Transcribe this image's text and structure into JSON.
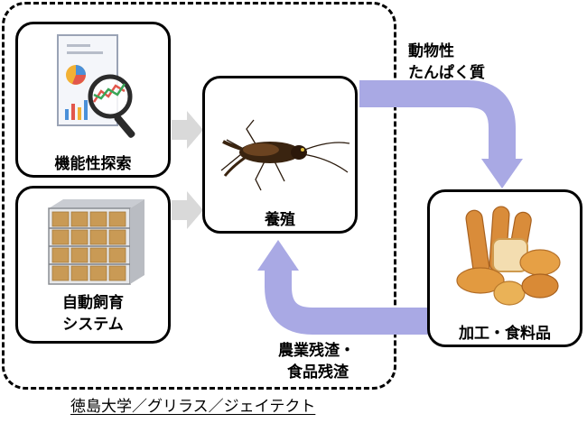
{
  "boxes": {
    "exploration": {
      "label": "機能性探索"
    },
    "automation": {
      "line1": "自動飼育",
      "line2": "システム"
    },
    "breeding": {
      "label": "養殖"
    },
    "processing": {
      "label": "加工・食料品"
    }
  },
  "arrows": {
    "protein": {
      "line1": "動物性",
      "line2": "たんぱく質"
    },
    "residue": {
      "line1": "農業残渣・",
      "line2": "食品残渣"
    }
  },
  "credit": "徳島大学／グリラス／ジェイテクト",
  "colors": {
    "flow_arrow": "#a9a9e4",
    "gray_arrow": "#d9d9d9",
    "border": "#000000"
  }
}
